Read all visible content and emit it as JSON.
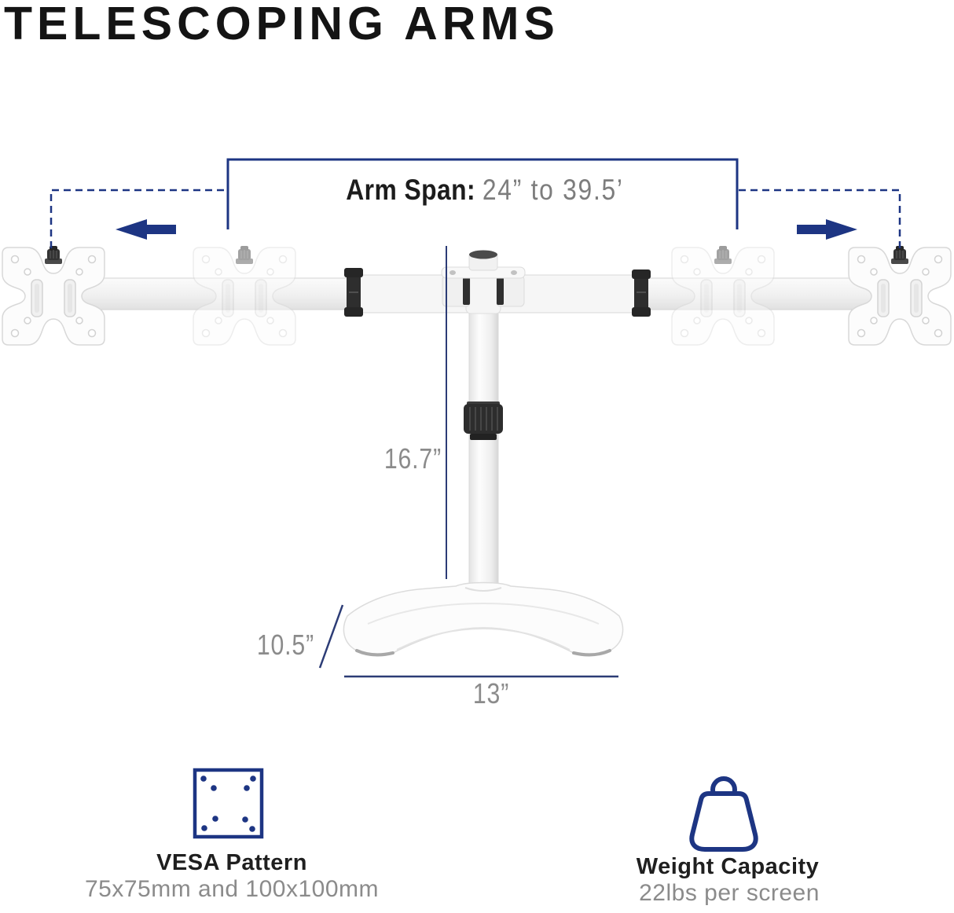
{
  "title": "TELESCOPING ARMS",
  "diagram": {
    "arm_span": {
      "label": "Arm Span:",
      "value": "24” to 39.5’"
    },
    "measurements": {
      "height": "16.7”",
      "base_depth": "10.5”",
      "base_width": "13”"
    }
  },
  "features": {
    "vesa": {
      "icon": "vesa-pattern-icon",
      "title": "VESA Pattern",
      "subtitle": "75x75mm and 100x100mm"
    },
    "weight": {
      "icon": "weight-capacity-icon",
      "title": "Weight Capacity",
      "subtitle": "22lbs per screen"
    }
  },
  "colors": {
    "accent_navy": "#1d3583",
    "heading_text": "#141414",
    "measurement_text": "#8b8b8b",
    "product_white": "#fcfcfc",
    "hardware_black": "#2d2d2d"
  }
}
